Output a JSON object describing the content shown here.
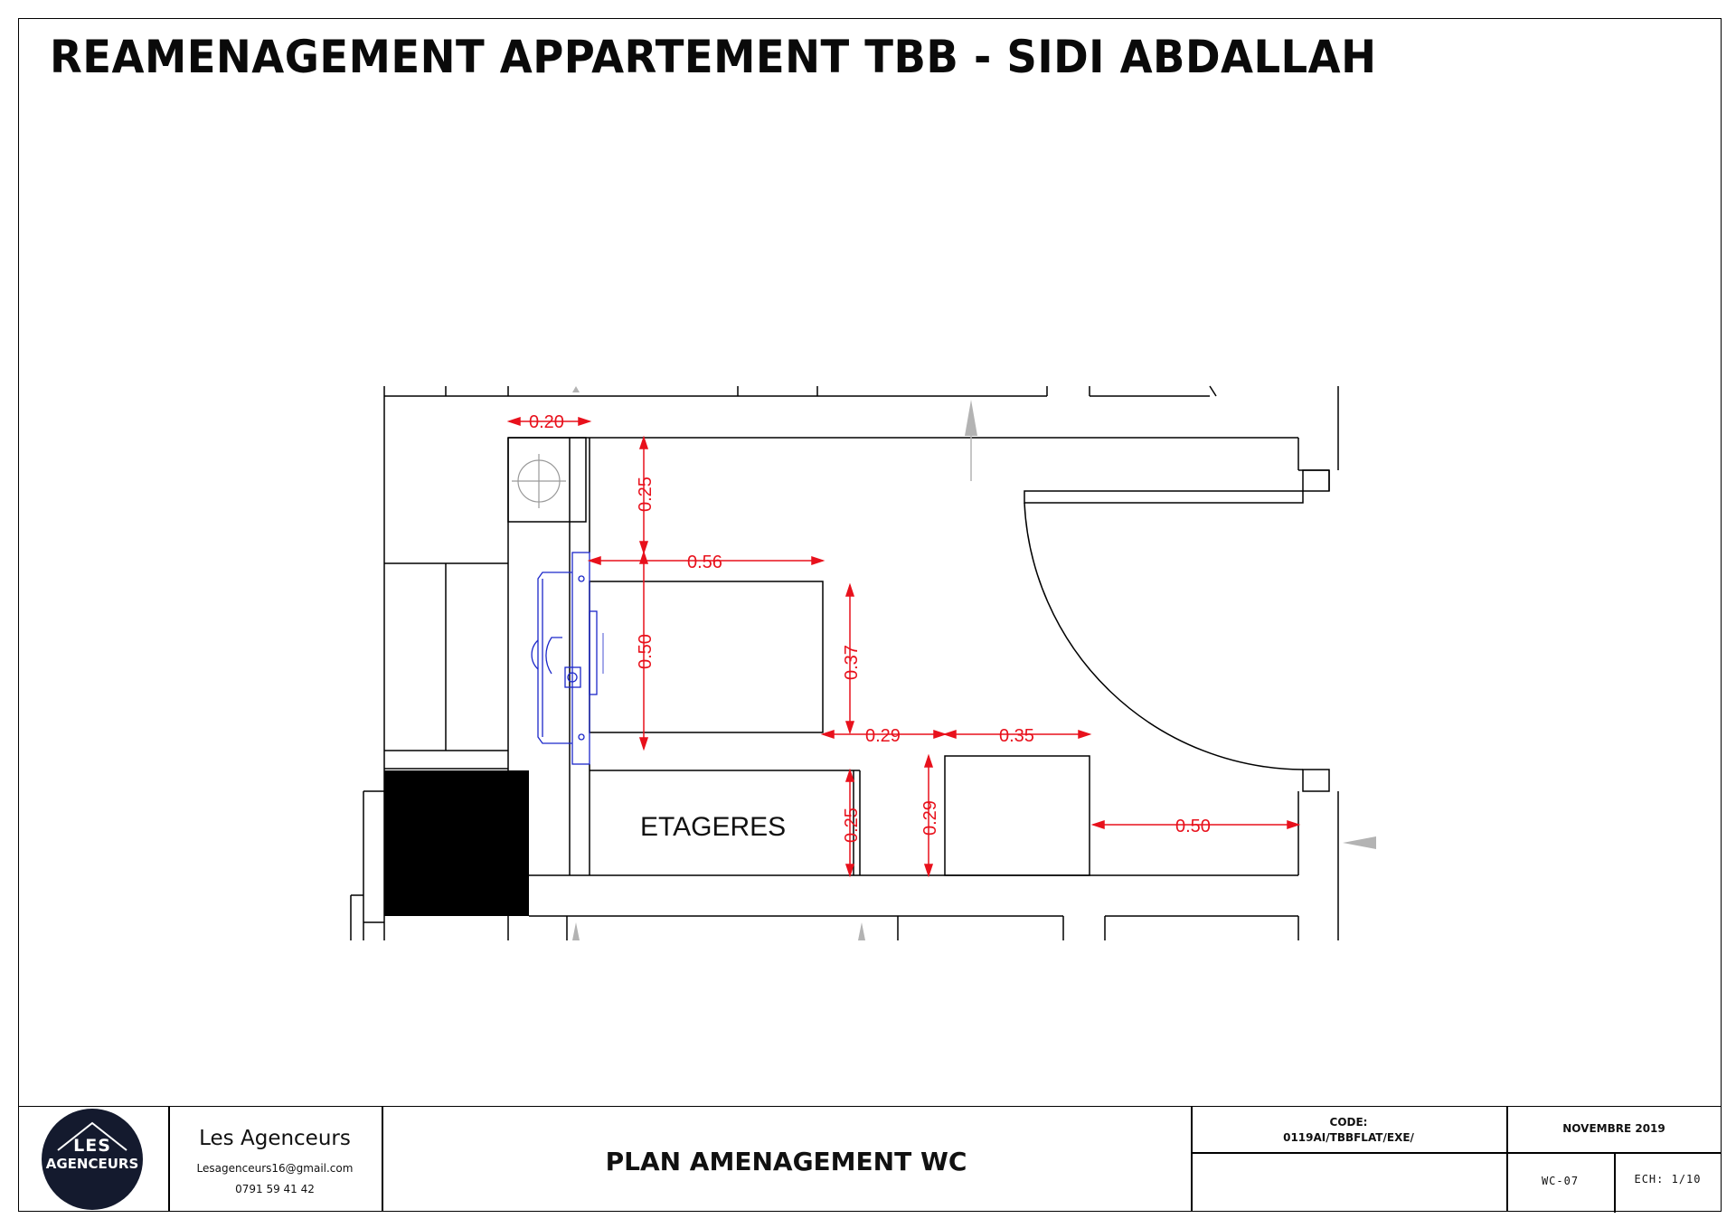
{
  "page": {
    "title": "REAMENAGEMENT APPARTEMENT TBB - SIDI ABDALLAH"
  },
  "plan": {
    "room_label": "ETAGERES",
    "dimensions": [
      "0.20",
      "0.25",
      "0.56",
      "0.50",
      "0.37",
      "0.29",
      "0.35",
      "0.25",
      "0.29",
      "0.50"
    ],
    "colors": {
      "dimension": "#e8111c",
      "fixture": "#1b27c9",
      "walls": "#000000",
      "arrow": "#b3b3b3"
    }
  },
  "title_block": {
    "logo": {
      "line1": "LES",
      "line2": "AGENCEURS",
      "icon": "house-roof-icon"
    },
    "company": "Les Agenceurs",
    "email": "Lesagenceurs16@gmail.com",
    "phone": "0791 59 41 42",
    "drawing_title": "PLAN AMENAGEMENT WC",
    "code_label": "CODE:",
    "code_value": "0119AI/TBBFLAT/EXE/",
    "date": "NOVEMBRE 2019",
    "sheet": "WC-07",
    "scale": "ECH: 1/10"
  }
}
